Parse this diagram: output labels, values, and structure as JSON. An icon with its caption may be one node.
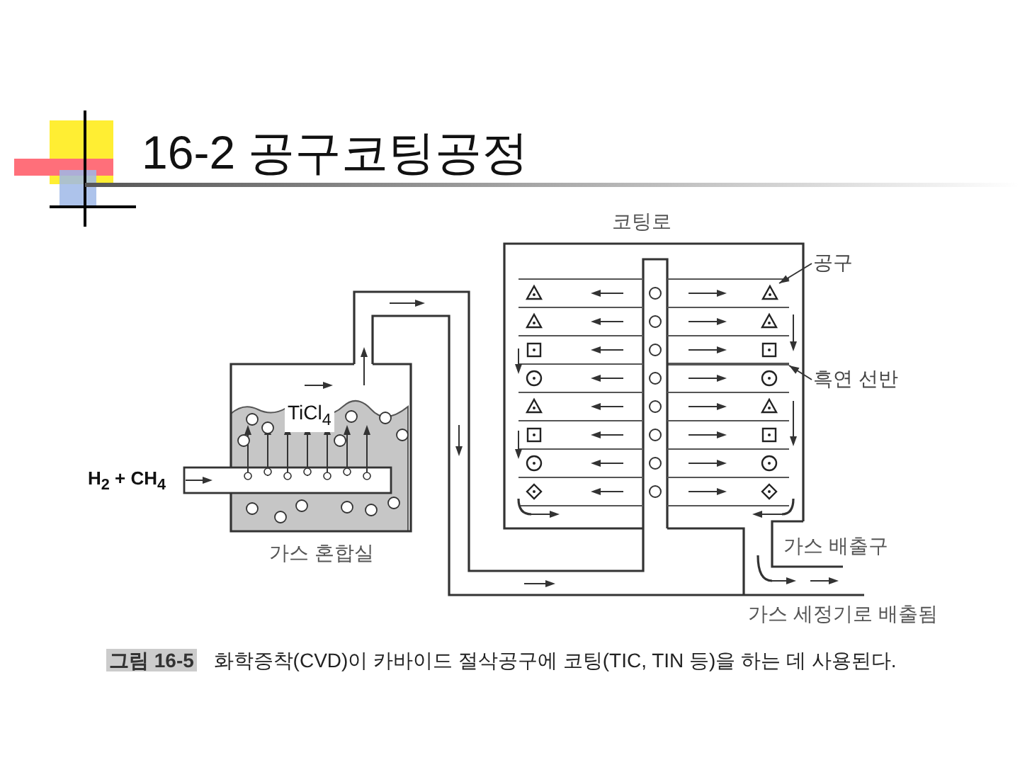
{
  "diagram": {
    "title": "16-2 공구코팅공정",
    "caption": "**그림 16-5** 화학증착(CVD)이 카바이드 절삭공구에 코팅(TIC, TIN 등)을 하는 데 사용된다.",
    "nodes": [
      {
        "text": [
          "가스 혼합실"
        ]
      },
      {
        "text": [
          "코팅로"
        ]
      },
      {
        "text": [
          "공구"
        ]
      },
      {
        "text": [],
        "shape": "triangle",
        "in": 1
      },
      {
        "text": [
          "흑연 선반"
        ]
      },
      {
        "text": [],
        "shape": "bar",
        "in": 1
      }
    ],
    "edges": [
      {
        "from": 2,
        "to": 3,
        "arrow": "to"
      },
      {
        "from": 4,
        "to": 5,
        "arrow": "to"
      }
    ],
    "labels": [
      "TiCl$_{4}$",
      "H$_{2}$ + CH$_{4}$",
      "가스 배출구",
      "가스 세정기로 배출됨"
    ]
  }
}
